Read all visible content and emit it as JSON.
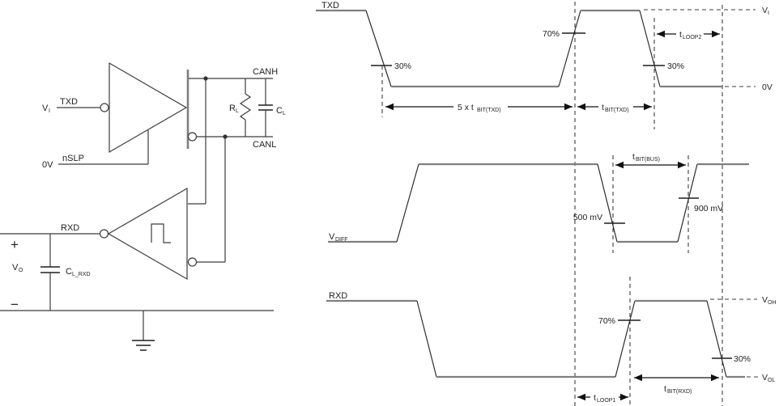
{
  "colors": {
    "line": "#3c3c3c",
    "muted_gray": "#7f7f7f",
    "background": "#ffffff"
  },
  "circuit": {
    "vi": {
      "base": "V",
      "sub": "I"
    },
    "txd": "TXD",
    "zerov": "0V",
    "nslp": "nSLP",
    "canh": "CANH",
    "canl": "CANL",
    "rl": {
      "base": "R",
      "sub": "L"
    },
    "cl": {
      "base": "C",
      "sub": "L"
    },
    "rxd": "RXD",
    "plus": "+",
    "minus": "−",
    "vo": {
      "base": "V",
      "sub": "O"
    },
    "cl_rxd": {
      "base": "C",
      "sub": "L_RXD"
    }
  },
  "timing": {
    "txd": {
      "label": "TXD",
      "fall1_pct": "30%",
      "rise_pct": "70%",
      "fall2_pct": "30%",
      "vi": {
        "base": "V",
        "sub": "I"
      },
      "zerov": "0V",
      "t_loop2": {
        "base": "t",
        "sub": "LOOP2"
      },
      "t_5bit": {
        "base": "5 x t",
        "sub": "BIT(TXD)"
      },
      "t_bit": {
        "base": "t",
        "sub": "BIT(TXD)"
      }
    },
    "vdiff": {
      "label": {
        "base": "V",
        "sub": "DIFF"
      },
      "t_bit_bus": {
        "base": "t",
        "sub": "BIT(BUS)"
      },
      "v500": "500 mV",
      "v900": "900 mV"
    },
    "rxd": {
      "label": "RXD",
      "rise_pct": "70%",
      "fall_pct": "30%",
      "voh": {
        "base": "V",
        "sub": "OH"
      },
      "vol": {
        "base": "V",
        "sub": "OL"
      },
      "t_loop1": {
        "base": "t",
        "sub": "LOOP1"
      },
      "t_bit_rxd": {
        "base": "t",
        "sub": "BIT(RXD)"
      }
    }
  }
}
